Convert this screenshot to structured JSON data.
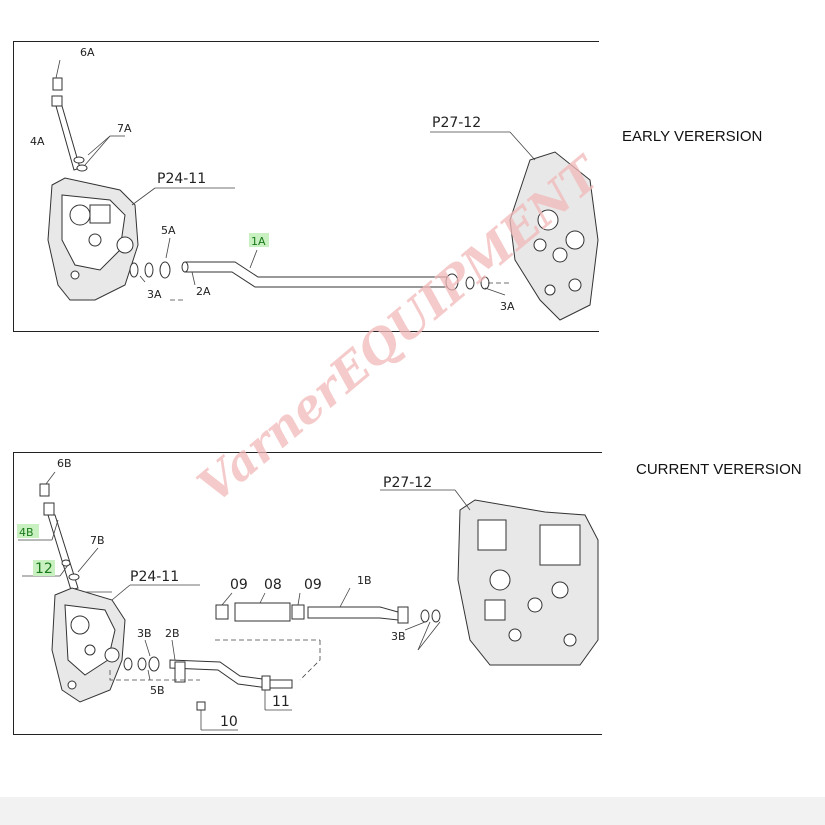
{
  "labels": {
    "early": "EARLY VERERSION",
    "current": "CURRENT VERERSION"
  },
  "watermark": "VarnerEQUIPMENT",
  "early": {
    "callouts": {
      "c6a": "6A",
      "c7a": "7A",
      "c4a": "4A",
      "cp2411": "P24-11",
      "c5a": "5A",
      "c1a": "1A",
      "c3a_left": "3A",
      "c2a": "2A",
      "cp2712": "P27-12",
      "c3a_right": "3A"
    }
  },
  "current": {
    "callouts": {
      "c6b": "6B",
      "c4b": "4B",
      "c7b": "7B",
      "c12": "12",
      "cp2411": "P24-11",
      "c09a": "09",
      "c08": "08",
      "c09b": "09",
      "c1b": "1B",
      "cp2712": "P27-12",
      "c3b_left": "3B",
      "c2b": "2B",
      "c5b": "5B",
      "c3b_right": "3B",
      "c11": "11",
      "c10": "10"
    }
  }
}
